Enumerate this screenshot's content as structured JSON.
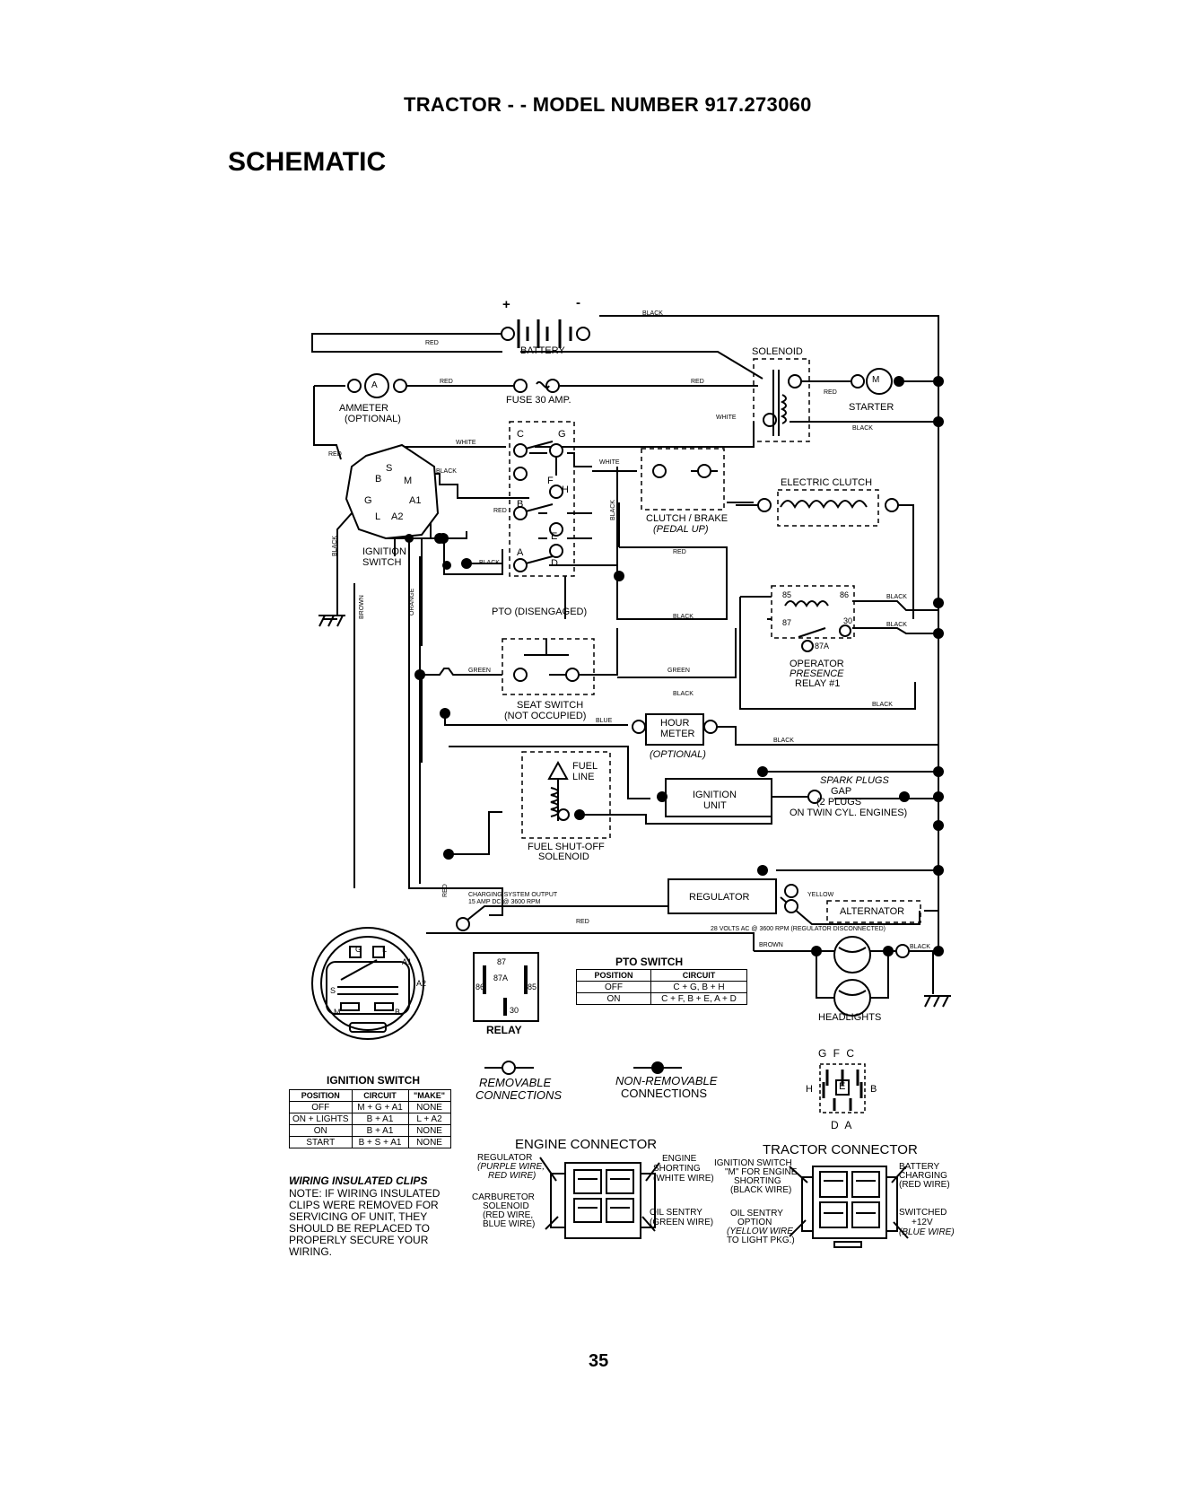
{
  "page": {
    "header": "TRACTOR - - MODEL NUMBER 917.273060",
    "title": "SCHEMATIC",
    "page_number": "35"
  },
  "components": {
    "battery": "BATTERY",
    "plus": "+",
    "minus": "-",
    "solenoid": "SOLENOID",
    "ammeter": "AMMETER",
    "ammeter_opt": "(OPTIONAL)",
    "ammeter_symbol": "A",
    "fuse": "FUSE 30 AMP.",
    "starter": "STARTER",
    "starter_symbol": "M",
    "electric_clutch": "ELECTRIC CLUTCH",
    "clutch_brake": "CLUTCH / BRAKE",
    "pedal_up": "(PEDAL UP)",
    "ignition_switch": "IGNITION",
    "ignition_switch2": "SWITCH",
    "pto_disengaged": "PTO (DISENGAGED)",
    "seat_switch": "SEAT SWITCH",
    "not_occupied": "(NOT OCCUPIED)",
    "operator": "OPERATOR",
    "presence": "PRESENCE",
    "relay1": "RELAY #1",
    "hour": "HOUR",
    "meter": "METER",
    "optional": "(OPTIONAL)",
    "fuel": "FUEL",
    "line": "LINE",
    "fuel_shutoff": "FUEL SHUT-OFF",
    "fuel_solenoid": "SOLENOID",
    "ignition_unit1": "IGNITION",
    "ignition_unit2": "UNIT",
    "spark_plugs": "SPARK PLUGS",
    "gap": "GAP",
    "two_plugs": "(2 PLUGS",
    "twin_cyl": "ON TWIN CYL. ENGINES)",
    "regulator": "REGULATOR",
    "alternator": "ALTERNATOR",
    "charging_output1": "CHARGING SYSTEM OUTPUT",
    "charging_output2": "15 AMP DC @ 3600 RPM",
    "volts_note": "28 VOLTS AC @ 3600 RPM (REGULATOR DISCONNECTED)",
    "headlights": "HEADLIGHTS",
    "relay_label": "RELAY",
    "removable": "REMOVABLE",
    "removable2": "CONNECTIONS",
    "nonremovable": "NON-REMOVABLE",
    "nonremovable2": "CONNECTIONS",
    "ign_switch_title": "IGNITION SWITCH",
    "pto_switch_title": "PTO SWITCH"
  },
  "terminals": {
    "ign": [
      "B",
      "S",
      "M",
      "G",
      "A1",
      "L",
      "A2"
    ],
    "pto": [
      "C",
      "G",
      "F",
      "H",
      "B",
      "E",
      "A",
      "D"
    ],
    "relay": [
      "85",
      "86",
      "87",
      "30",
      "87A"
    ],
    "relay_legend": [
      "87",
      "87A",
      "86",
      "85",
      "30"
    ],
    "gfc": [
      "G F C",
      "H",
      "E",
      "B",
      "D A"
    ]
  },
  "wires": {
    "red": "RED",
    "black": "BLACK",
    "white": "WHITE",
    "green": "GREEN",
    "blue": "BLUE",
    "yellow": "YELLOW",
    "brown": "BROWN",
    "orange": "ORANGE"
  },
  "ign_table": {
    "headers": [
      "POSITION",
      "CIRCUIT",
      "\"MAKE\""
    ],
    "rows": [
      [
        "OFF",
        "M + G + A1",
        "NONE"
      ],
      [
        "ON + LIGHTS",
        "B + A1",
        "L + A2"
      ],
      [
        "ON",
        "B + A1",
        "NONE"
      ],
      [
        "START",
        "B + S + A1",
        "NONE"
      ]
    ]
  },
  "pto_table": {
    "headers": [
      "POSITION",
      "CIRCUIT"
    ],
    "rows": [
      [
        "OFF",
        "C + G, B + H"
      ],
      [
        "ON",
        "C + F, B + E, A + D"
      ]
    ]
  },
  "notes": {
    "clips_title": "WIRING INSULATED CLIPS",
    "clips_lines": [
      "NOTE: IF WIRING INSULATED",
      "CLIPS WERE REMOVED FOR",
      "SERVICING OF UNIT, THEY",
      "SHOULD BE REPLACED TO",
      "PROPERLY SECURE YOUR",
      "WIRING."
    ]
  },
  "engine_connector": {
    "title": "ENGINE CONNECTOR",
    "left": [
      [
        "REGULATOR",
        "(PURPLE WIRE,",
        "RED WIRE)"
      ],
      [
        "CARBURETOR",
        "SOLENOID",
        "(RED WIRE,",
        "BLUE WIRE)"
      ]
    ],
    "right": [
      [
        "ENGINE",
        "SHORTING",
        "(WHITE WIRE)"
      ],
      [
        "OIL SENTRY",
        "(GREEN WIRE)"
      ]
    ]
  },
  "tractor_connector": {
    "title": "TRACTOR CONNECTOR",
    "left": [
      [
        "IGNITION SWITCH",
        "\"M\" FOR ENGINE",
        "SHORTING",
        "(BLACK WIRE)"
      ],
      [
        "OIL SENTRY",
        "OPTION",
        "(YELLOW WIRE",
        "TO LIGHT PKG.)"
      ]
    ],
    "right": [
      [
        "BATTERY",
        "CHARGING",
        "(RED WIRE)"
      ],
      [
        "SWITCHED",
        "+12V",
        "(BLUE WIRE)"
      ]
    ]
  }
}
